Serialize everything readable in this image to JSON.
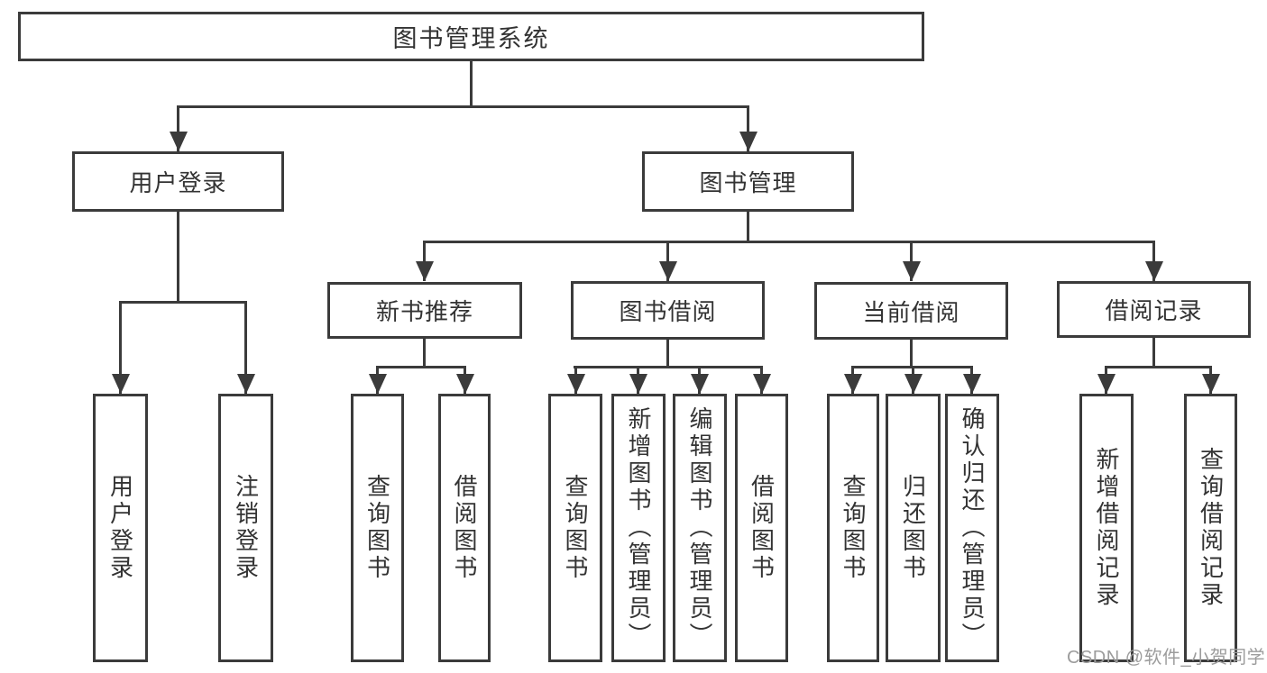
{
  "diagram": {
    "title": "图书管理系统",
    "watermark": "CSDN @软件_小贺同学",
    "colors": {
      "line": "#3b3b3b",
      "text": "#333333",
      "background": "#ffffff",
      "watermark": "#9c9c9c"
    },
    "nodes": [
      {
        "id": "root",
        "label": "图书管理系统",
        "parent": null
      },
      {
        "id": "user-login",
        "label": "用户登录",
        "parent": "root"
      },
      {
        "id": "book-mgmt",
        "label": "图书管理",
        "parent": "root"
      },
      {
        "id": "new-book-rec",
        "label": "新书推荐",
        "parent": "book-mgmt"
      },
      {
        "id": "book-borrow",
        "label": "图书借阅",
        "parent": "book-mgmt"
      },
      {
        "id": "current-borrow",
        "label": "当前借阅",
        "parent": "book-mgmt"
      },
      {
        "id": "borrow-records",
        "label": "借阅记录",
        "parent": "book-mgmt"
      },
      {
        "id": "leaf-user-login",
        "label": "用户登录",
        "parent": "user-login"
      },
      {
        "id": "leaf-logout",
        "label": "注销登录",
        "parent": "user-login"
      },
      {
        "id": "leaf-nb-query",
        "label": "查询图书",
        "parent": "new-book-rec"
      },
      {
        "id": "leaf-nb-borrow",
        "label": "借阅图书",
        "parent": "new-book-rec"
      },
      {
        "id": "leaf-bb-query",
        "label": "查询图书",
        "parent": "book-borrow"
      },
      {
        "id": "leaf-bb-add",
        "label": "新增图书（管理员）",
        "parent": "book-borrow"
      },
      {
        "id": "leaf-bb-edit",
        "label": "编辑图书（管理员）",
        "parent": "book-borrow"
      },
      {
        "id": "leaf-bb-borrow",
        "label": "借阅图书",
        "parent": "book-borrow"
      },
      {
        "id": "leaf-cb-query",
        "label": "查询图书",
        "parent": "current-borrow"
      },
      {
        "id": "leaf-cb-return",
        "label": "归还图书",
        "parent": "current-borrow"
      },
      {
        "id": "leaf-cb-confirm",
        "label": "确认归还（管理员）",
        "parent": "current-borrow"
      },
      {
        "id": "leaf-br-add",
        "label": "新增借阅记录",
        "parent": "borrow-records"
      },
      {
        "id": "leaf-br-query",
        "label": "查询借阅记录",
        "parent": "borrow-records"
      }
    ]
  }
}
